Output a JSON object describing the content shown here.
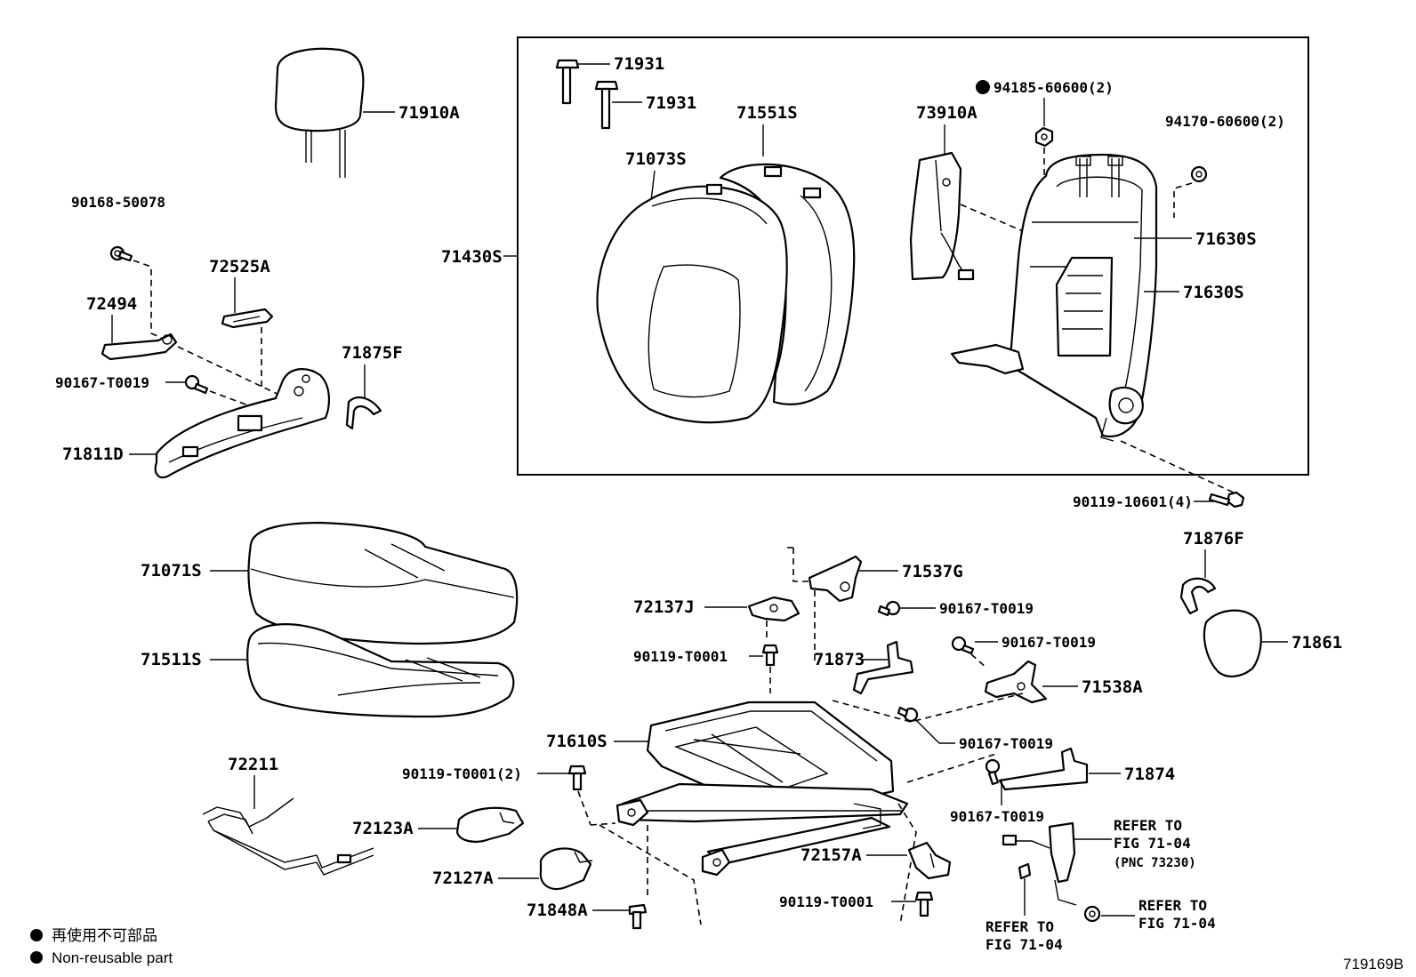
{
  "labels": {
    "p71910A": "71910A",
    "p90168_50078": "90168-50078",
    "p72525A": "72525A",
    "p72494": "72494",
    "p90167_T0019_a": "90167-T0019",
    "p71875F": "71875F",
    "p71811D": "71811D",
    "p71931_a": "71931",
    "p71931_b": "71931",
    "p71551S": "71551S",
    "p71073S": "71073S",
    "p71430S": "71430S",
    "p73910A": "73910A",
    "p94185": "94185-60600(2)",
    "p94170": "94170-60600(2)",
    "p71630S_a": "71630S",
    "p71630S_b": "71630S",
    "p90119_10601": "90119-10601(4)",
    "p71876F": "71876F",
    "p71071S": "71071S",
    "p71511S": "71511S",
    "p71537G": "71537G",
    "p72137J": "72137J",
    "p90167_T0019_b": "90167-T0019",
    "p90167_T0019_c": "90167-T0019",
    "p71861": "71861",
    "p90119_T0001_a": "90119-T0001",
    "p71873": "71873",
    "p71538A": "71538A",
    "p90167_T0019_d": "90167-T0019",
    "p71610S": "71610S",
    "p90119_T0001_2": "90119-T0001(2)",
    "p72211": "72211",
    "p71874": "71874",
    "p90167_T0019_e": "90167-T0019",
    "p72123A": "72123A",
    "p72127A": "72127A",
    "p72157A": "72157A",
    "p71848A": "71848A",
    "p90119_T0001_b": "90119-T0001"
  },
  "refer": {
    "r1_line1": "REFER TO",
    "r1_line2": "FIG 71-04",
    "r1_line3": "(PNC 73230)",
    "r2_line1": "REFER TO",
    "r2_line2": "FIG 71-04",
    "r3_line1": "REFER TO",
    "r3_line2": "FIG 71-04"
  },
  "legend": {
    "line1": "再使用不可部品",
    "line2": "Non-reusable part"
  },
  "figure_id": "719169B"
}
